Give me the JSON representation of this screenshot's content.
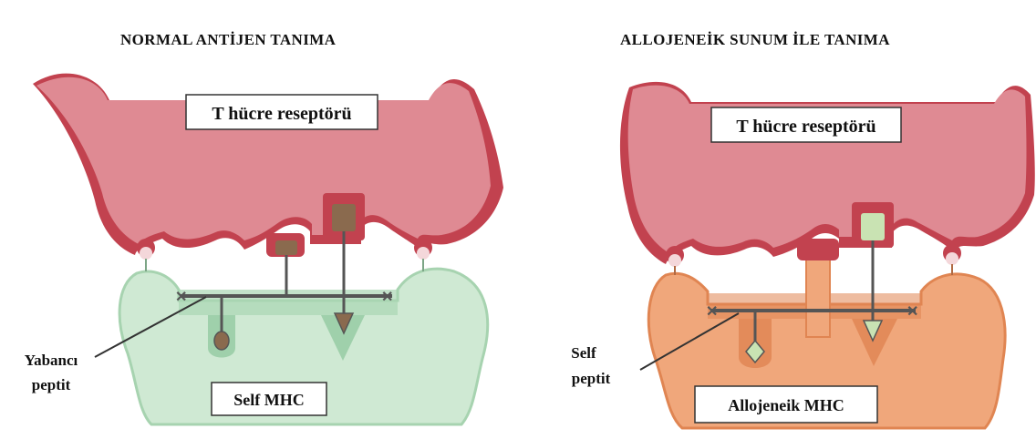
{
  "left_panel": {
    "title": "NORMAL ANTİJEN TANIMA",
    "tcr_label": "T hücre reseptörü",
    "mhc_label": "Self MHC",
    "peptide_label_line1": "Yabancı",
    "peptide_label_line2": "peptit"
  },
  "right_panel": {
    "title": "ALLOJENEİK SUNUM İLE TANIMA",
    "tcr_label": "T hücre reseptörü",
    "mhc_label": "Allojeneik MHC",
    "peptide_label_line1": "Self",
    "peptide_label_line2": "peptit"
  },
  "colors": {
    "t_cell_fill": "#df8a93",
    "t_cell_edge": "#c2424f",
    "self_mhc_fill": "#cfe9d3",
    "self_mhc_edge": "#a7d3b0",
    "allo_mhc_fill": "#f0a77b",
    "allo_mhc_edge": "#e08552",
    "foreign_peptide": "#8a6a4e",
    "self_peptide": "#c9e3b3"
  }
}
